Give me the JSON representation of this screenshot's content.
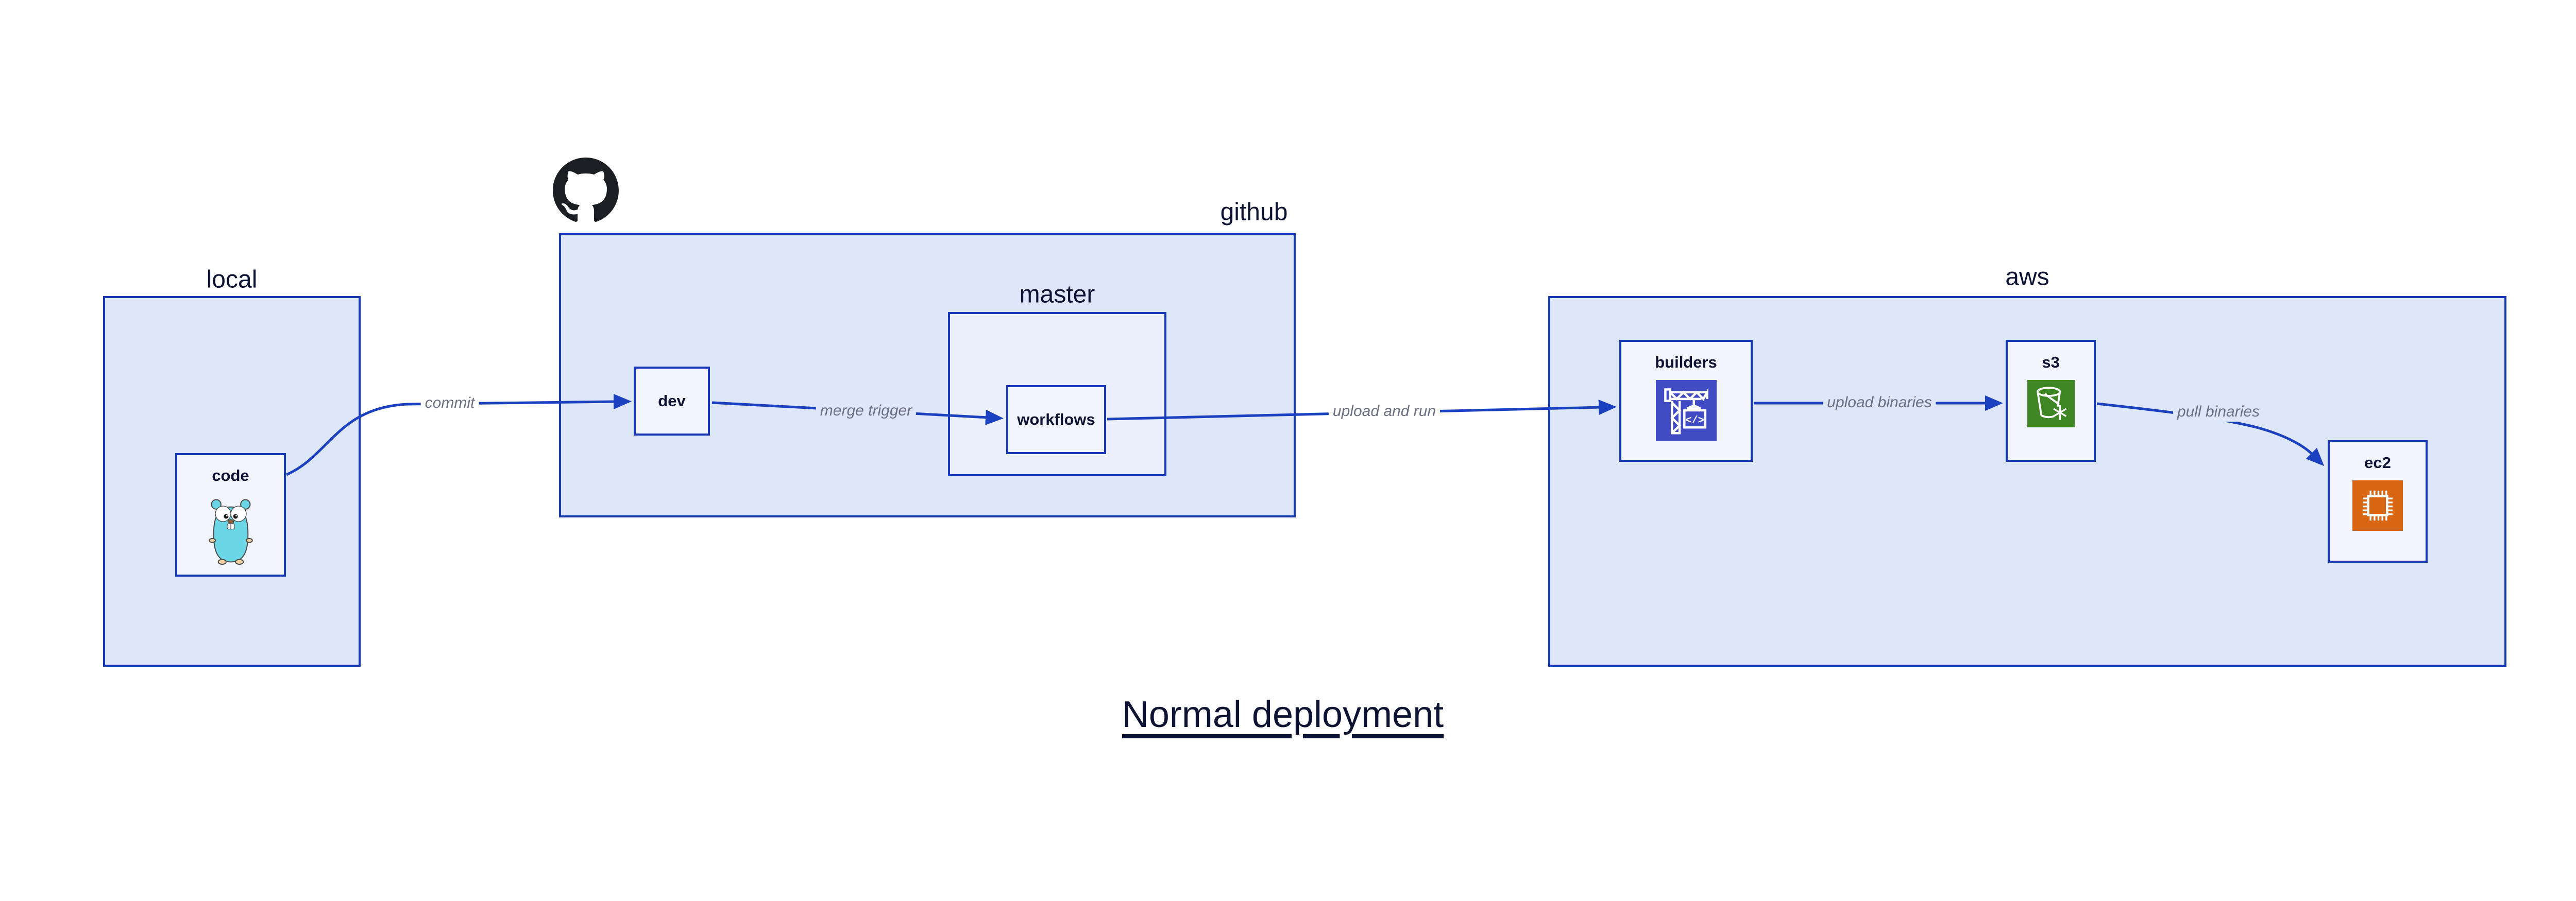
{
  "title": "Normal deployment",
  "containers": [
    {
      "id": "local",
      "label": "local"
    },
    {
      "id": "github",
      "label": "github"
    },
    {
      "id": "master",
      "label": "master",
      "parent": "github"
    },
    {
      "id": "aws",
      "label": "aws"
    }
  ],
  "nodes": [
    {
      "id": "code",
      "label": "code",
      "container": "local",
      "icon": "go-gopher"
    },
    {
      "id": "dev",
      "label": "dev",
      "container": "github"
    },
    {
      "id": "workflows",
      "label": "workflows",
      "container": "master"
    },
    {
      "id": "builders",
      "label": "builders",
      "container": "aws",
      "icon": "aws-codebuild-crane"
    },
    {
      "id": "s3",
      "label": "s3",
      "container": "aws",
      "icon": "aws-s3-glacier-bucket"
    },
    {
      "id": "ec2",
      "label": "ec2",
      "container": "aws",
      "icon": "aws-ec2-chip"
    }
  ],
  "edges": [
    {
      "from": "code",
      "to": "dev",
      "label": "commit"
    },
    {
      "from": "dev",
      "to": "workflows",
      "label": "merge trigger"
    },
    {
      "from": "workflows",
      "to": "builders",
      "label": "upload and run"
    },
    {
      "from": "builders",
      "to": "s3",
      "label": "upload binaries"
    },
    {
      "from": "s3",
      "to": "ec2",
      "label": "pull binaries"
    }
  ],
  "icons": {
    "github_logo": "github-octocat",
    "codebuild_glyph": "</>"
  },
  "colors": {
    "container_fill": "#dee6f9",
    "master_fill": "#eaeffb",
    "node_fill": "#f2f5fd",
    "border_blue": "#1638b5",
    "edge_blue": "#1b40c0",
    "text_navy": "#0d1333",
    "edge_label_gray": "#6b6f80",
    "codebuild_indigo": "#414cc4",
    "s3_green": "#3f8624",
    "ec2_orange": "#d86613",
    "gopher_teal": "#6bd7e6",
    "octocat_black": "#1b1f23"
  }
}
